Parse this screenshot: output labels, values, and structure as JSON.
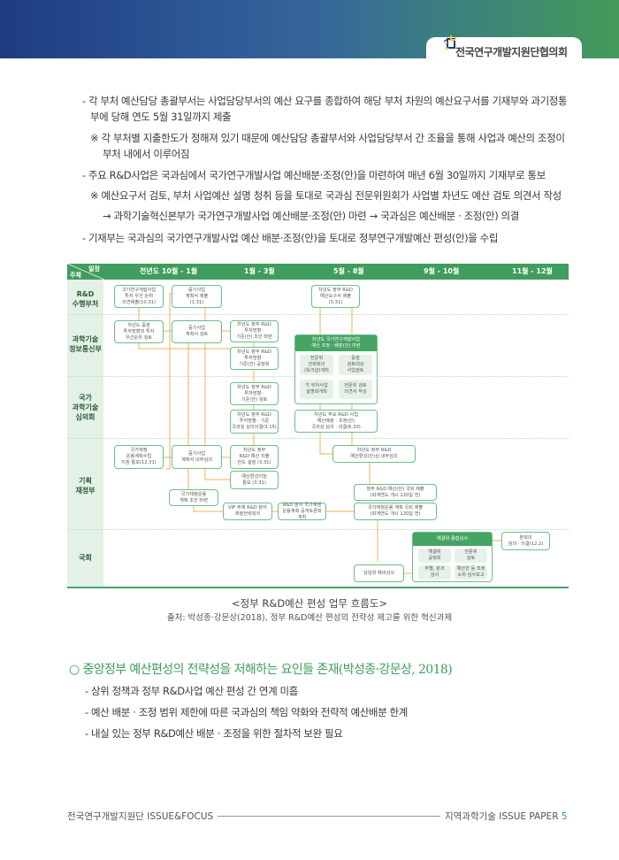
{
  "header": {
    "org_name": "전국연구개발지원단협의회"
  },
  "body_text": {
    "l1": "- 각 부처 예산담당 총괄부서는 사업담당부서의 예산 요구를 종합하여 해당 부처 차원의 예산요구서를 기재부와 과기정통",
    "l2": "부에 당해 연도 5월 31일까지 제출",
    "l3": "※ 각 부처별 지출한도가 정해져 있기 때문에 예산담당 총괄부서와 사업담당부서 간 조율을 통해 사업과 예산의 조정이",
    "l4": "부처 내에서 이루어짐",
    "l5": "- 주요 R&D사업은 국과심에서 국가연구개발사업 예산배분·조정(안)을 마련하여 매년 6월 30일까지 기재부로 통보",
    "l6": "※ 예산요구서 검토, 부처 사업예산 설명 청취 등을 토대로 국과심 전문위원회가 사업별 차년도 예산 검토 의견서 작성",
    "l7": "→ 과학기술혁신본부가 국가연구개발사업 예산배분·조정(안) 마련 → 국과심은 예산배분 · 조정(안) 의결",
    "l8": "- 기재부는 국과심의 국가연구개발사업 예산 배분·조정(안)을 토대로 정부연구개발예산 편성(안)을 수립"
  },
  "diagram": {
    "corner_top": "일정",
    "corner_bottom": "주체",
    "periods": [
      "전년도 10월 - 1월",
      "1월 - 3월",
      "5월 - 8월",
      "9월 - 10월",
      "11월 - 12월"
    ],
    "rows": [
      "R&D\n수행부처",
      "과학기술\n정보통신부",
      "국가\n과학기술\n심의회",
      "기획\n재정부",
      "국회"
    ],
    "boxes": {
      "b1": "국가연구개발사업\n투자 우선 순위\n의견제출(10.31)",
      "b2": "중기사업\n계획서 제출\n(1.31)",
      "b3": "차년도 정부 R&D\n예산요구서 제출\n(5.31)",
      "b4": "차년도 중점\n투자방향과 투자\n우선순위 검토",
      "b5": "중기사업\n계획서 검토",
      "b6": "차년도 정부 R&D\n투자방향 ·\n기준(안) 초안 마련",
      "b7": "차년도 정부 R&D\n투자방향 ·\n기준(안) 공청회",
      "b8": "차년도 정부 R&D\n투자방향 ·\n기준(안) 검토",
      "b9": "차년도 정부 R&D\n투자방향 · 기준\n국과심 심의의결(3.15)",
      "b10": "차년도 주요 R&D 사업\n예산배분 · 조정(안)\n국과심 심의 · 의결(6.30)",
      "b11": "국가재정\n운용계획수립\n지침 통보(12.31)",
      "b12": "중기사업\n계획서 내부심의",
      "b13": "차년도 정부\nR&D 예산 지출\n한도 설정 (3.31)",
      "b14": "예산편성지침\n통보 (3.31)",
      "b15": "국가재정운용\n계획 초안 마련",
      "b16": "VIP 주재 R&D 분야\n재정전략회의",
      "b17": "R&D 분야 국가재정\n운용계획 공개토론회 개최",
      "b18": "차년도 정부 R&D\n예산편성(안)심 내부심의",
      "b19": "정부 R&D 예산(안) 국회 제출\n(회계연도 개시 120일 전)",
      "b20": "국가재정운용 계획 국회 제출\n(회계연도 개시 120일 전)",
      "b21": "상임위 예비심사",
      "b22": "본회의\n심의 · 의결(12.2)"
    },
    "panel1": {
      "title": "차년도 국가연구개발사업\n예산 조정 · 배분(안) 마련",
      "cells": [
        "전문위\n전략회의\n(워크샵)개최",
        "중점\n검토대상\n사업검토",
        "각 부처사업\n설명회개최",
        "전문위 검토\n의견서 작성"
      ]
    },
    "panel2": {
      "title": "예결위 종합심사",
      "cells": [
        "예결위\n공청회",
        "전문위\n검토",
        "부별, 분과\n심사",
        "예산안 등 조정\n소위 심사보고"
      ]
    }
  },
  "caption": {
    "title": "<정부 R&D예산 편성 업무 흐름도>",
    "source": "출처: 박성종·강문상(2018), 정부 R&D예산 편성의 전략성 제고를 위한 혁신과제"
  },
  "section": {
    "heading": "○ 중앙정부 예산편성의 전략성을 저해하는 요인들 존재(박성종·강문상, 2018)",
    "items": [
      "- 상위 정책과 정부 R&D사업 예산 편성 간 연계 미흡",
      "- 예산 배분 · 조정 범위 제한에 따른 국과심의 책임 약화와 전략적 예산배분 한계",
      "- 내실 있는 정부 R&D예산 배분 · 조정을 위한 절차적 보완 필요"
    ]
  },
  "footer": {
    "left": "전국연구개발지원단 ISSUE&FOCUS",
    "right": "지역과학기술 ISSUE PAPER",
    "page": "5"
  },
  "colors": {
    "green": "#3f9d5e",
    "orange": "#f0b050",
    "navy": "#1f3b82"
  }
}
